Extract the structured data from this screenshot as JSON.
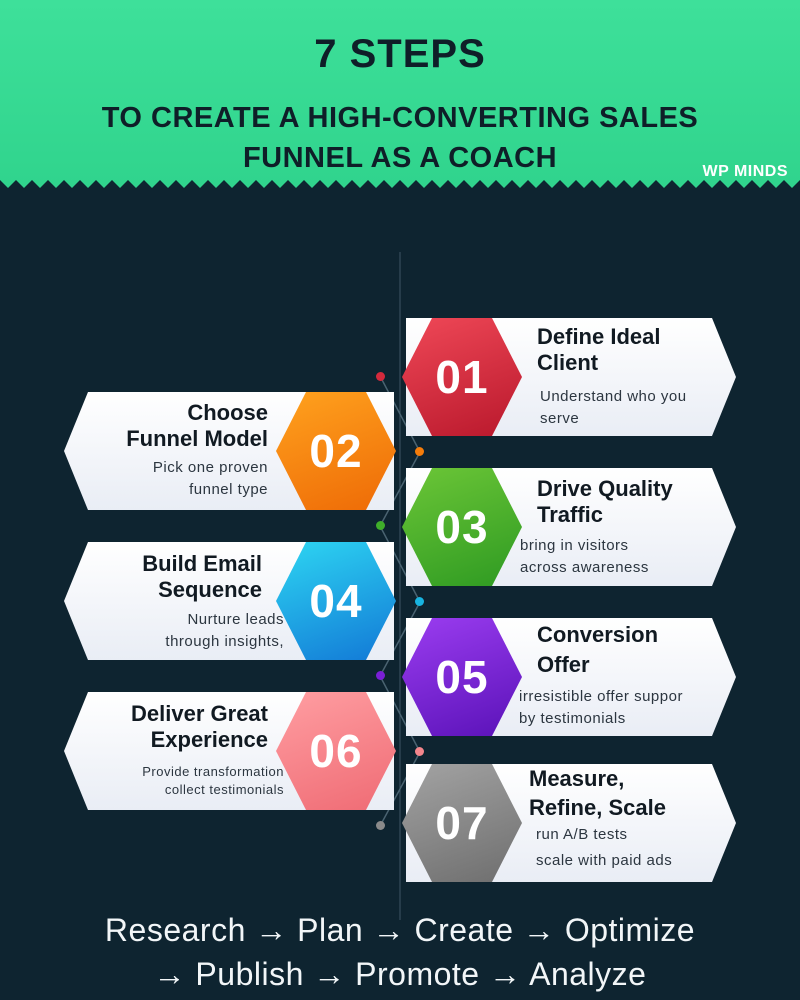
{
  "header": {
    "title": "7 STEPS",
    "subtitle_line1": "TO CREATE A HIGH-CONVERTING SALES",
    "subtitle_line2": "FUNNEL AS A COACH",
    "brand": "WP MINDS"
  },
  "steps": [
    {
      "number": "01",
      "title_line1": "Define Ideal",
      "title_line2": "Client",
      "desc_line1": "Understand who you",
      "desc_line2": "serve",
      "color": "#d42a3c"
    },
    {
      "number": "02",
      "title_line1": "Choose",
      "title_line2": "Funnel Model",
      "desc_line1": "Pick one proven",
      "desc_line2": "funnel type",
      "color": "#f57c0a"
    },
    {
      "number": "03",
      "title_line1": "Drive Quality",
      "title_line2": "Traffic",
      "desc_line1": "bring in visitors",
      "desc_line2": "across awareness",
      "color": "#3fae2a"
    },
    {
      "number": "04",
      "title_line1": "Build Email",
      "title_line2": "Sequence",
      "desc_line1": "Nurture leads",
      "desc_line2": "through insights,",
      "color": "#18b4e0"
    },
    {
      "number": "05",
      "title_line1": "Conversion",
      "title_line2": "Offer",
      "desc_line1": "irresistible offer suppor",
      "desc_line2": "by testimonials",
      "color": "#7a1fd6"
    },
    {
      "number": "06",
      "title_line1": "Deliver Great",
      "title_line2": "Experience",
      "desc_line1": "Provide transformation",
      "desc_line2": "collect testimonials",
      "color": "#f4868c"
    },
    {
      "number": "07",
      "title_line1": "Measure,",
      "title_line2": "Refine, Scale",
      "desc_line1": "run A/B tests",
      "desc_line2": "scale with paid ads",
      "color": "#8a8a8a"
    }
  ],
  "footer": {
    "line1": "Research → Plan → Create → Optimize",
    "line2": "→ Publish → Promote → Analyze"
  }
}
